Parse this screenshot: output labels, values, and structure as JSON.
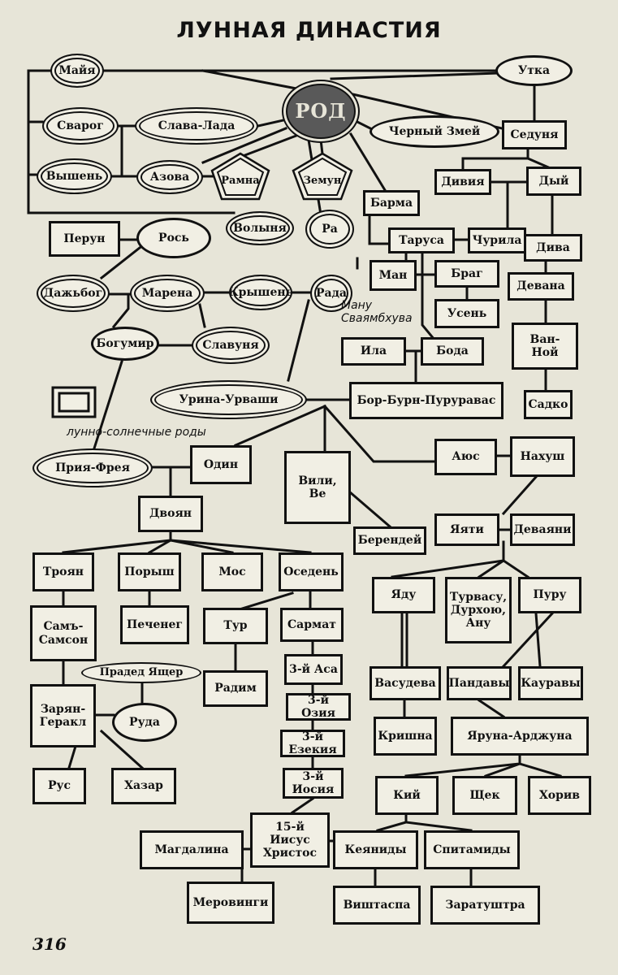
{
  "title": "ЛУННАЯ ДИНАСТИЯ",
  "page_number": "316",
  "notes": {
    "manu": "Ману\nСваямбхува",
    "lunar_solar": "лунно-солнечные роды"
  },
  "colors": {
    "line": "#111111",
    "page": "#e7e5d8",
    "rod_fill": "#595959"
  },
  "nodes": {
    "maya": "Майя",
    "utka": "Утка",
    "rod": "РОД",
    "svarog": "Сварог",
    "slava_lada": "Слава-Лада",
    "cherny_zmey": "Черный Змей",
    "sedunya": "Седуня",
    "vyshen": "Вышень",
    "azova": "Азова",
    "ramna": "Рамна",
    "zemun": "Земун",
    "diviya": "Дивия",
    "dyy": "Дый",
    "barma": "Барма",
    "perun": "Перун",
    "ros": "Рось",
    "volynya": "Волыня",
    "ra": "Ра",
    "tarusa": "Таруса",
    "churila": "Чурила",
    "diva": "Дива",
    "dazhbog": "Дажьбог",
    "marena": "Марена",
    "kryshen": "Крышень",
    "rada": "Рада",
    "man": "Ман",
    "brag": "Браг",
    "devana": "Девана",
    "usen": "Усень",
    "bogumir": "Богумир",
    "slavunya": "Славуня",
    "ila": "Ила",
    "boda": "Бода",
    "van_noy": "Ван-\nНой",
    "urina": "Урина-Урваши",
    "bor": "Бор-Бурн-Пуруравас",
    "sadko": "Садко",
    "priya": "Прия-Фрея",
    "odin": "Один",
    "vili": "Вили,\nВе",
    "ayus": "Аюс",
    "nahush": "Нахуш",
    "dvoyan": "Двоян",
    "berendey": "Берендей",
    "yayati": "Яяти",
    "devayani": "Деваяни",
    "troyan": "Троян",
    "porysh": "Порыш",
    "mos": "Мос",
    "oseden": "Оседень",
    "yadu": "Яду",
    "turvasu": "Турвасу,\nДурхою,\nАну",
    "puru": "Пуру",
    "samson": "Самъ-\nСамсон",
    "pecheneg": "Печенег",
    "tur": "Тур",
    "sarmat": "Сармат",
    "praded": "Прадед Ящер",
    "radim": "Радим",
    "asa": "3-й Аса",
    "vasudeva": "Васудева",
    "pandavy": "Пандавы",
    "kauravy": "Кауравы",
    "zaryan": "Зарян-\nГеракл",
    "ruda": "Руда",
    "oziya": "3-й Озия",
    "krishna": "Кришна",
    "yaruna": "Яруна-Арджуна",
    "ezekiya": "3-й Езекия",
    "rus": "Рус",
    "hazar": "Хазар",
    "iosiya": "3-й Иосия",
    "kiy": "Кий",
    "schek": "Щек",
    "horiv": "Хорив",
    "iisus": "15-й Иисус\nХристос",
    "magdalina": "Магдалина",
    "keyanidy": "Кеяниды",
    "spitamidy": "Спитамиды",
    "merovingi": "Меровинги",
    "vishtaspa": "Виштаспа",
    "zaratushtra": "Заратуштра"
  }
}
